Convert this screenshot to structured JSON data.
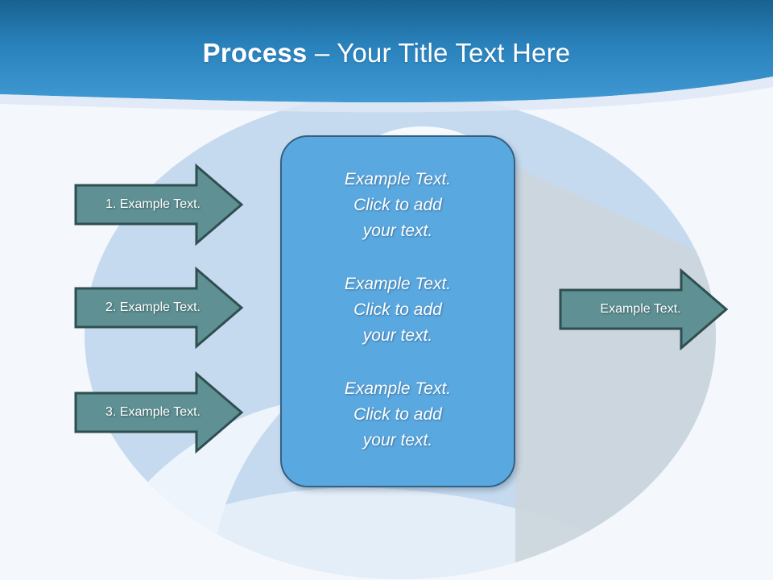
{
  "slide": {
    "title_bold": "Process",
    "title_rest": " – Your Title Text Here"
  },
  "colors": {
    "header_top": "#1a6ca5",
    "header_bottom": "#3f98d0",
    "page_background": "#f4f8fd",
    "circle": "#c6daef",
    "shadow_grey": "#ccd6dd",
    "swoosh_white": "#f4f8fd",
    "arrow_fill": "#5e9094",
    "arrow_border": "#2f4f4f",
    "box_fill": "#5aa8e0",
    "box_border": "#35607f",
    "text_white": "#ffffff"
  },
  "left_arrows": [
    {
      "label": "1. Example Text."
    },
    {
      "label": "2. Example Text."
    },
    {
      "label": "3. Example Text."
    }
  ],
  "right_arrow": {
    "label": "Example Text."
  },
  "center_box": {
    "paragraphs": [
      "Example Text.\nClick  to add\nyour text.",
      "Example Text.\nClick  to add\nyour text.",
      "Example Text.\nClick  to add\nyour text."
    ]
  }
}
